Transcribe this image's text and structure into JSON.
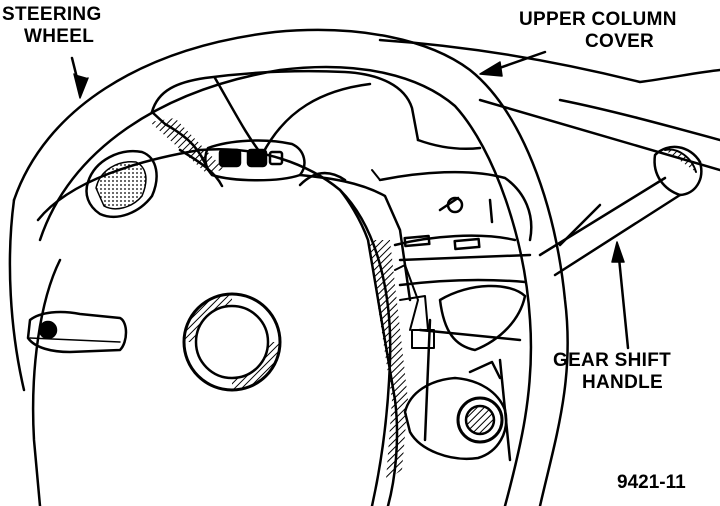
{
  "labels": {
    "steering_wheel": {
      "line1": "STEERING",
      "line2": "WHEEL"
    },
    "upper_column_cover": {
      "line1": "UPPER COLUMN",
      "line2": "COVER"
    },
    "gear_shift_handle": {
      "line1": "GEAR SHIFT",
      "line2": "HANDLE"
    }
  },
  "figure_number": "9421-11",
  "colors": {
    "ink": "#000000",
    "paper": "#ffffff"
  }
}
